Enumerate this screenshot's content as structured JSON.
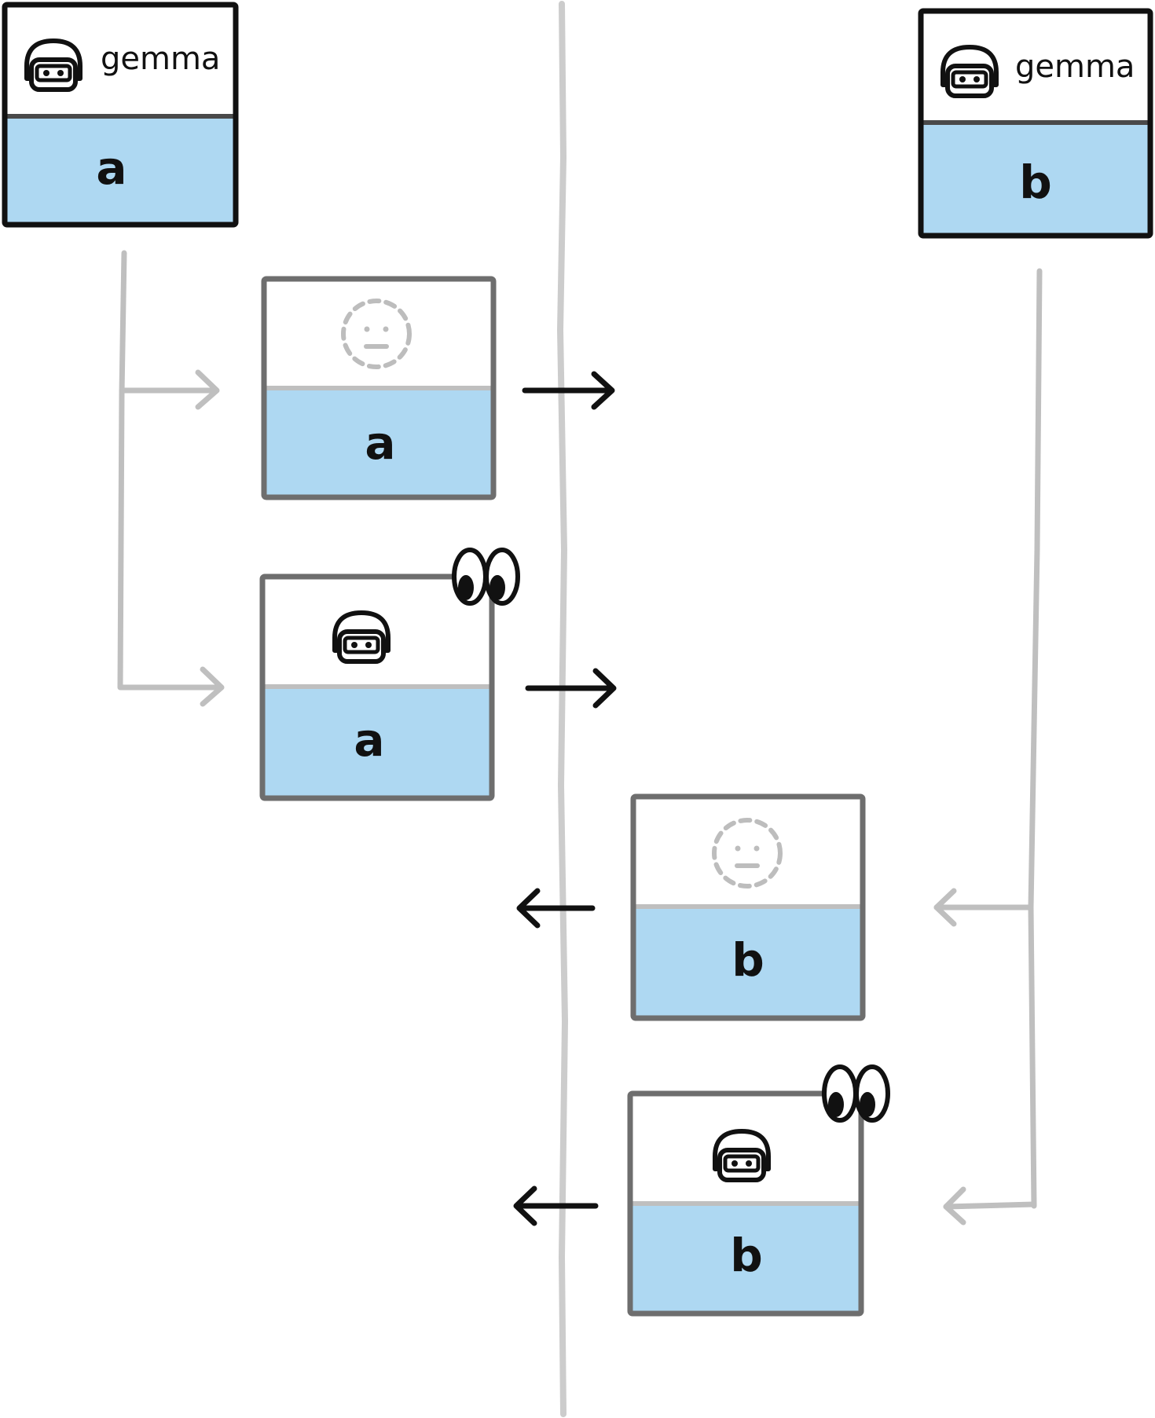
{
  "colors": {
    "fill": "#aed8f2",
    "black": "#111111",
    "gray": "#6e6e6e",
    "light_gray": "#bfbfbf",
    "divider": "#cccccc"
  },
  "header_left": {
    "brand": "gemma",
    "value": "a",
    "icon": "robot-head-icon"
  },
  "header_right": {
    "brand": "gemma",
    "value": "b",
    "icon": "robot-head-icon"
  },
  "cards": [
    {
      "value": "a",
      "icon": "dashed-circle-icon"
    },
    {
      "value": "a",
      "icon": "robot-head-icon",
      "badge": "eyes-icon"
    },
    {
      "value": "b",
      "icon": "dashed-circle-icon"
    },
    {
      "value": "b",
      "icon": "robot-head-icon",
      "badge": "eyes-icon"
    }
  ]
}
